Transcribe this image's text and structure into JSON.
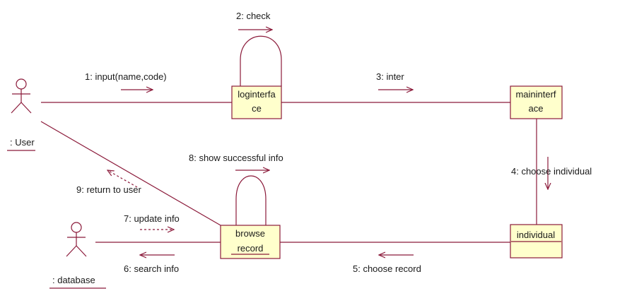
{
  "colors": {
    "line": "#8b1a3a",
    "box_fill": "#ffffcc",
    "box_stroke": "#8b1a3a",
    "text": "#1a1a1a",
    "background": "#ffffff"
  },
  "actors": {
    "user": {
      "label": ": User"
    },
    "database": {
      "label": ": database"
    }
  },
  "objects": {
    "loginterface": {
      "line1": "loginterfa",
      "line2": "ce"
    },
    "maininterface": {
      "line1": "maininterf",
      "line2": "ace"
    },
    "browse_record": {
      "line1": "browse",
      "line2": "record"
    },
    "individual": {
      "line1": "individual"
    }
  },
  "messages": {
    "m1": "1: input(name,code)",
    "m2": "2: check",
    "m3": "3: inter",
    "m4": "4: choose individual",
    "m5": "5: choose record",
    "m6": "6: search info",
    "m7": "7: update info",
    "m8": "8: show successful info",
    "m9": "9: return to user"
  }
}
